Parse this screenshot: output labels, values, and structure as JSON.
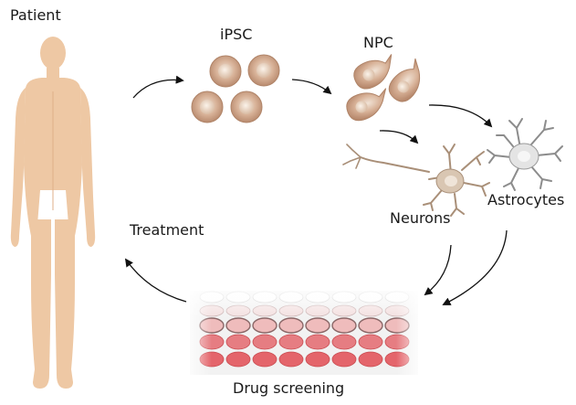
{
  "labels": {
    "patient": "Patient",
    "ipsc": "iPSC",
    "npc": "NPC",
    "neurons": "Neurons",
    "astrocytes": "Astrocytes",
    "treatment": "Treatment",
    "drug_screening": "Drug screening"
  },
  "colors": {
    "skin": "#eec8a4",
    "skin_shade": "#e4b68e",
    "cell_body": "#cfa58a",
    "nucleus": "#ead8c8",
    "neuron_body": "#d9c6b2",
    "glia": "#e6e6e6",
    "well_red": "#e2555c",
    "arrow": "#111111"
  },
  "icons": {
    "patient": "human-silhouette-icon",
    "cells": "stem-cell-icon",
    "npc": "progenitor-cell-icon",
    "neuron": "neuron-icon",
    "astrocyte": "astrocyte-icon",
    "plate": "well-plate-icon"
  }
}
